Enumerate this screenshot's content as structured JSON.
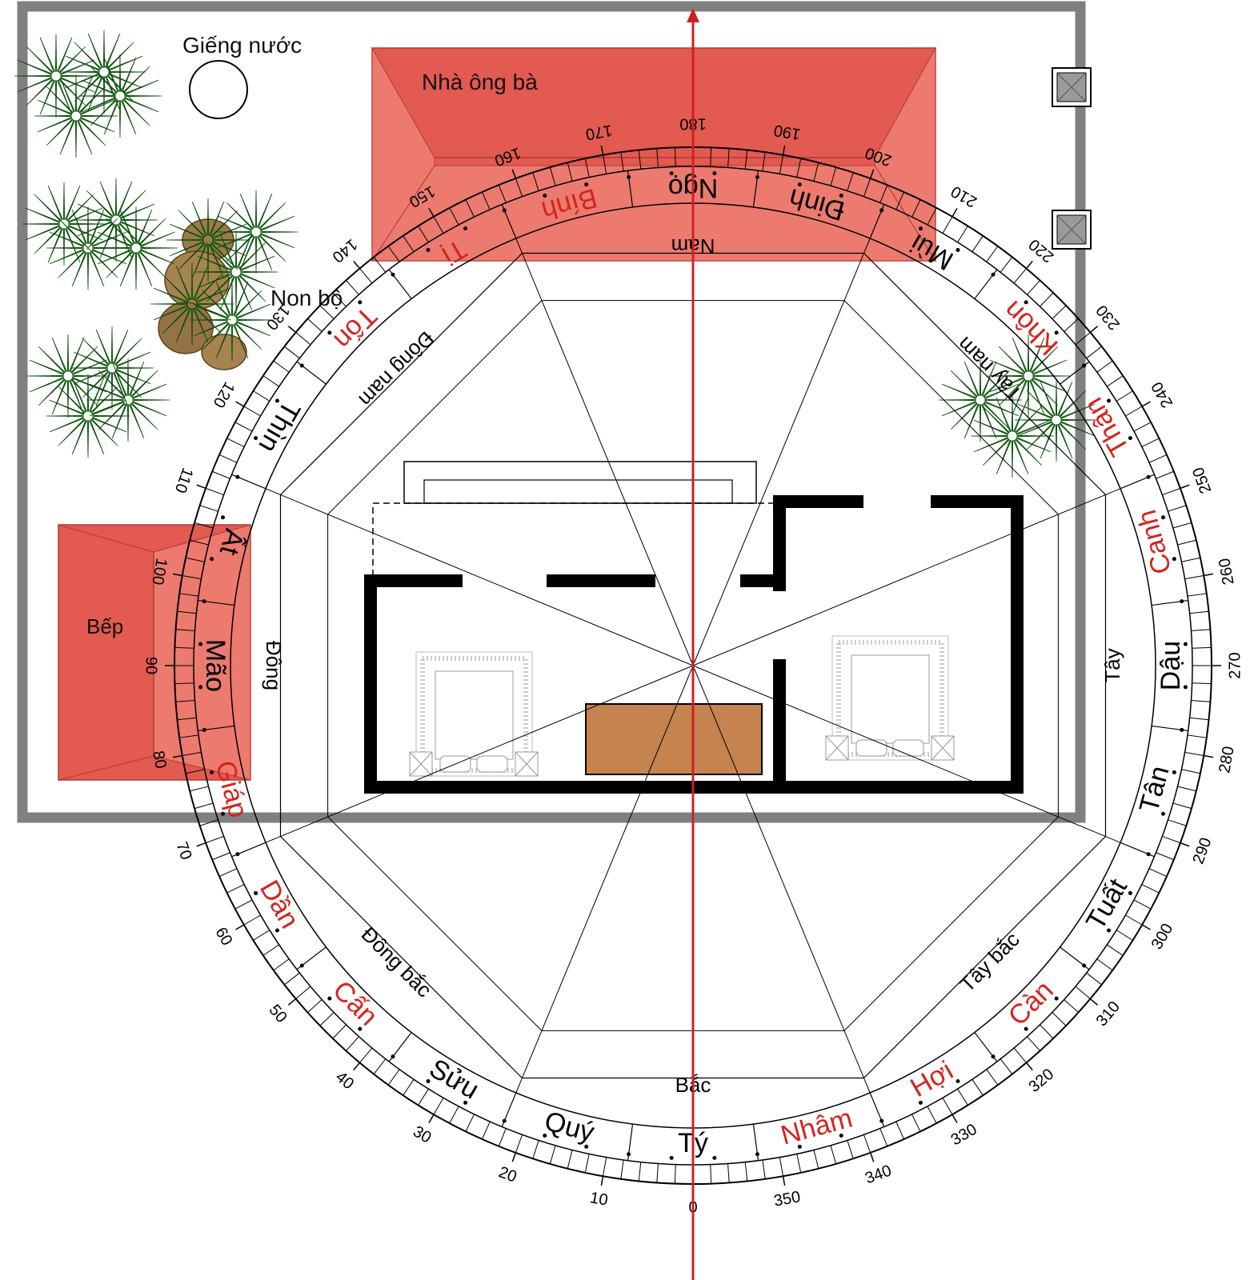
{
  "labels": {
    "well": "Giếng nước",
    "grandparents_house": "Nhà ông bà",
    "rockery": "Non bộ",
    "kitchen": "Bếp"
  },
  "colors": {
    "roof": "#e35a50",
    "roof_light": "#ec7a6e",
    "wall": "#808080",
    "north_line": "#cc2222",
    "red_text": "#d4241f",
    "black_text": "#000000",
    "table": "#c4834f",
    "tree": "#1f8a1f"
  },
  "compass": {
    "mountains": [
      {
        "name": "Tý",
        "red": false
      },
      {
        "name": "Quý",
        "red": false
      },
      {
        "name": "Sửu",
        "red": false
      },
      {
        "name": "Cấn",
        "red": true
      },
      {
        "name": "Dần",
        "red": true
      },
      {
        "name": "Giáp",
        "red": true
      },
      {
        "name": "Mão",
        "red": false
      },
      {
        "name": "Ất",
        "red": false
      },
      {
        "name": "Thìn",
        "red": false
      },
      {
        "name": "Tốn",
        "red": true
      },
      {
        "name": "Tị",
        "red": true
      },
      {
        "name": "Bính",
        "red": true
      },
      {
        "name": "Ngọ",
        "red": false
      },
      {
        "name": "Đinh",
        "red": false
      },
      {
        "name": "Mùi",
        "red": false
      },
      {
        "name": "Khôn",
        "red": true
      },
      {
        "name": "Thân",
        "red": true
      },
      {
        "name": "Canh",
        "red": true
      },
      {
        "name": "Dậu",
        "red": false
      },
      {
        "name": "Tân",
        "red": false
      },
      {
        "name": "Tuất",
        "red": false
      },
      {
        "name": "Càn",
        "red": true
      },
      {
        "name": "Hợi",
        "red": true
      },
      {
        "name": "Nhâm",
        "red": true
      }
    ],
    "trigrams": [
      "Bắc",
      "Đông bắc",
      "Đông",
      "Đông nam",
      "Nam",
      "Tây nam",
      "Tây",
      "Tây bắc"
    ],
    "degrees": [
      "0",
      "10",
      "20",
      "30",
      "40",
      "50",
      "60",
      "70",
      "80",
      "90",
      "100",
      "110",
      "120",
      "130",
      "140",
      "150",
      "160",
      "170",
      "180",
      "190",
      "200",
      "210",
      "220",
      "230",
      "240",
      "250",
      "260",
      "270",
      "280",
      "290",
      "300",
      "310",
      "320",
      "330",
      "340",
      "350"
    ]
  }
}
